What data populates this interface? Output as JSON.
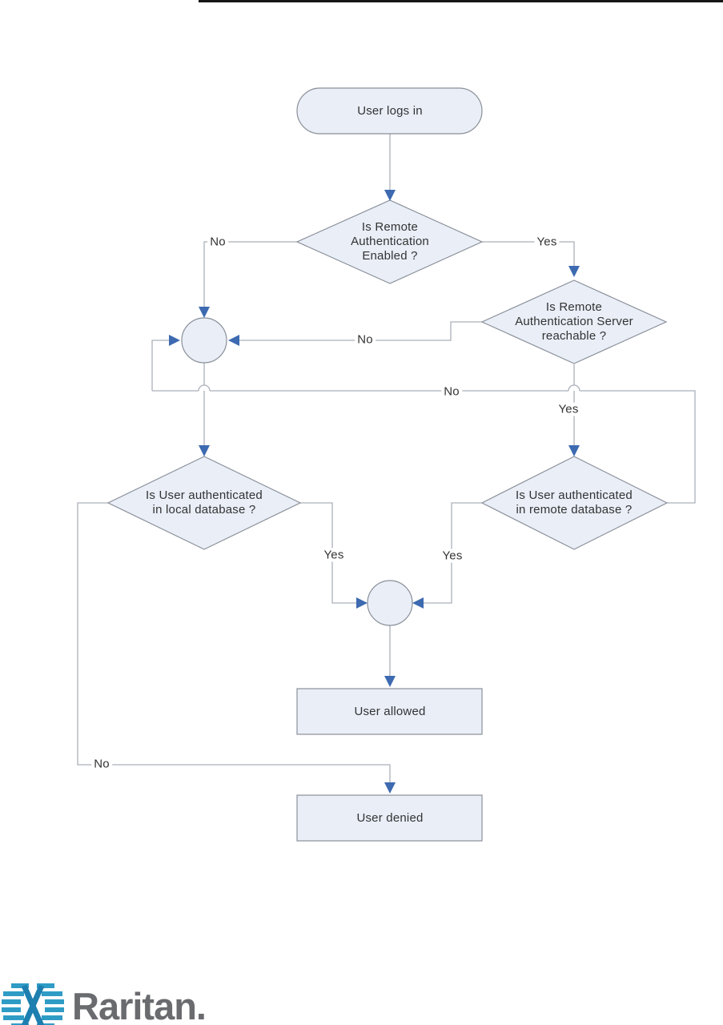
{
  "flowchart": {
    "start": {
      "label": "User logs in"
    },
    "decision_remote_auth_enabled": {
      "label": "Is Remote\nAuthentication\nEnabled ?"
    },
    "decision_remote_server_reachable": {
      "label": "Is Remote\nAuthentication Server\nreachable ?"
    },
    "decision_local_db": {
      "label": "Is User authenticated\nin local database ?"
    },
    "decision_remote_db": {
      "label": "Is User authenticated\nin remote database ?"
    },
    "result_allowed": {
      "label": "User allowed"
    },
    "result_denied": {
      "label": "User denied"
    },
    "edge_labels": {
      "remote_auth_no": "No",
      "remote_auth_yes": "Yes",
      "server_reachable_no": "No",
      "server_reachable_yes": "Yes",
      "remote_db_no_loop": "No",
      "local_db_yes": "Yes",
      "remote_db_yes": "Yes",
      "local_db_no": "No"
    }
  },
  "branding": {
    "logo_text": "Raritan."
  },
  "colors": {
    "node_fill": "#e9eef7",
    "node_border": "#8a9099",
    "connector_line": "#aab0b9",
    "arrowhead": "#3d6ab1",
    "text": "#333333",
    "header_rule": "#161616",
    "logo_cyan": "#2f9cc6",
    "logo_blue": "#1d7fb0",
    "logo_gray": "#6a6b6e"
  }
}
